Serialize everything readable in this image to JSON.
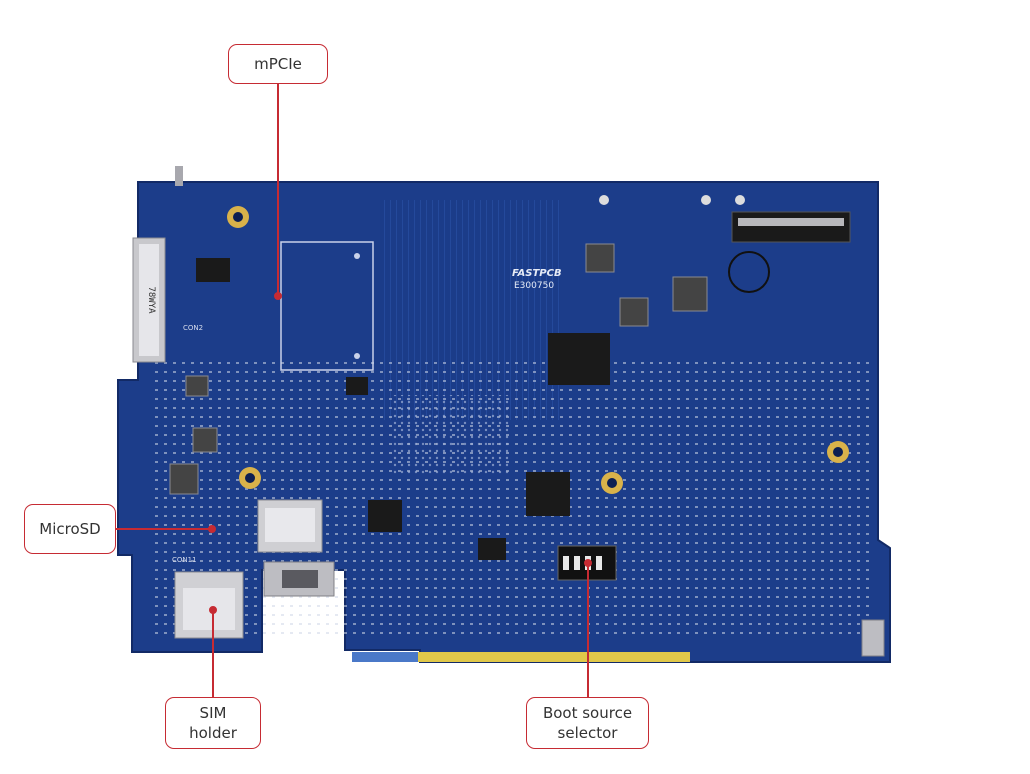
{
  "image": {
    "kind": "annotated circuit board photo",
    "colors": {
      "board": "#1c3d8a",
      "board_dark": "#12296b",
      "callout": "#c62b33",
      "gold": "#d9b24a",
      "chip": "#1a1a1a",
      "silver": "#c8c8cc"
    }
  },
  "callouts": {
    "mpcie": {
      "label": "mPCIe"
    },
    "microsd": {
      "label": "MicroSD"
    },
    "sim": {
      "label": "SIM\nholder"
    },
    "boot": {
      "label": "Boot source\nselector"
    }
  },
  "board_markings": {
    "brand": "FASTPCB",
    "code": "E300750",
    "con2": "CON2",
    "con11": "CON11",
    "side_code": "78WYA"
  }
}
